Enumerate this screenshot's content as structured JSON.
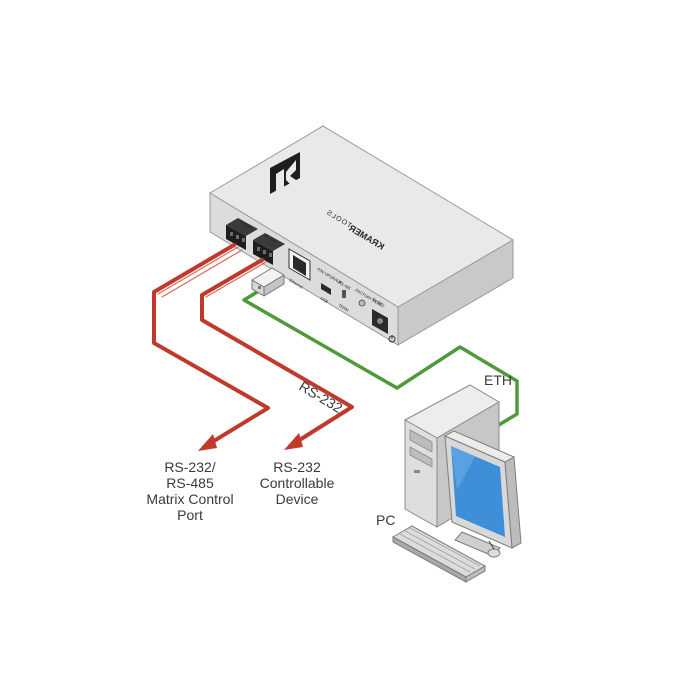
{
  "device": {
    "brand": "KRAMER",
    "sub_brand": "TOOLS",
    "ports": {
      "remote": "Remote",
      "rs232": "RS-232",
      "ethernet": "Ethernet",
      "fw_upgrade": "F/W UPGRADE",
      "usb": "USB",
      "rs485": "RS-485",
      "term": "TERM",
      "factory_reset": "FACTORY RESET",
      "power": "5V DC"
    }
  },
  "cables": {
    "rs232_label": "RS-232",
    "eth_label": "ETH"
  },
  "targets": {
    "matrix_port": [
      "RS-232/",
      "RS-485",
      "Matrix Control",
      "Port"
    ],
    "controllable_device": [
      "RS-232",
      "Controllable",
      "Device"
    ],
    "pc": "PC"
  },
  "colors": {
    "rs232_cable": "#c0392b",
    "eth_cable": "#4e9a3a",
    "device_body": "#e6e6e6",
    "screen": "#3f8fd8"
  }
}
